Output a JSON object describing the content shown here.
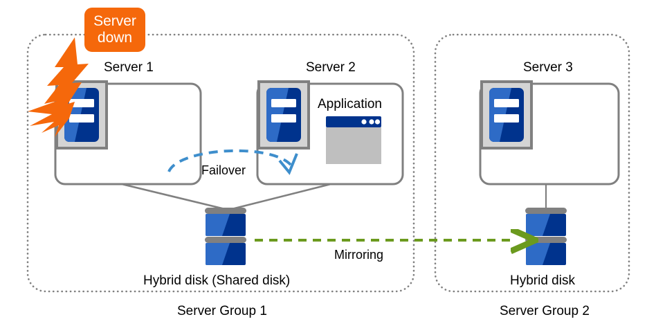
{
  "diagram": {
    "title_alert": {
      "line1": "Server",
      "line2": "down"
    },
    "groups": [
      {
        "id": "group1",
        "label": "Server Group 1"
      },
      {
        "id": "group2",
        "label": "Server Group 2"
      }
    ],
    "servers": [
      {
        "id": "server1",
        "label": "Server 1",
        "state": "down"
      },
      {
        "id": "server2",
        "label": "Server 2",
        "state": "active"
      },
      {
        "id": "server3",
        "label": "Server 3",
        "state": "standby"
      }
    ],
    "application": {
      "label": "Application"
    },
    "disks": [
      {
        "id": "shared-disk",
        "label": "Hybrid disk (Shared disk)"
      },
      {
        "id": "mirror-disk",
        "label": "Hybrid disk"
      }
    ],
    "edges": [
      {
        "id": "failover",
        "label": "Failover",
        "style": "dashed-curve",
        "color": "#3E8ECC"
      },
      {
        "id": "mirroring",
        "label": "Mirroring",
        "style": "dashed-arrow",
        "color": "#6B9A1E"
      }
    ],
    "colors": {
      "alert": "#F5680B",
      "bolt": "#F5680B",
      "failover": "#3E8ECC",
      "mirroring": "#6B9A1E",
      "box_border": "#808080",
      "group_border": "#808080",
      "icon_blue_light": "#2E6BC6",
      "icon_blue_dark": "#00338D",
      "icon_tray": "#D4D4D4",
      "icon_tray_border": "#808080",
      "disk_band": "#808080",
      "app_title_bar": "#00338D",
      "app_body": "#BFBFBF"
    }
  }
}
